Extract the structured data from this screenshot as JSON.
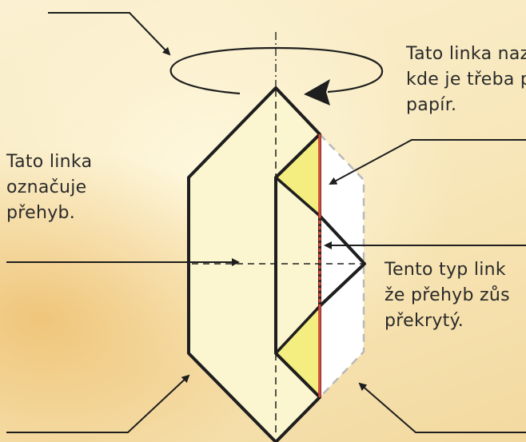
{
  "labels": {
    "left": [
      "Tato linka",
      "označuje",
      "přehyb."
    ],
    "top_right": [
      "Tato linka naz",
      "kde je třeba p",
      "papír."
    ],
    "bottom_right": [
      "Tento typ link",
      "že přehyb zůs",
      "překrytý."
    ]
  },
  "colors": {
    "paper_light": "#fbf6cf",
    "paper_yellow": "#f4ee80",
    "fold_red": "#e0463a",
    "outline": "#1e1e1e",
    "hidden_fill": "#ffffff",
    "hidden_line": "#b9b9b9"
  }
}
